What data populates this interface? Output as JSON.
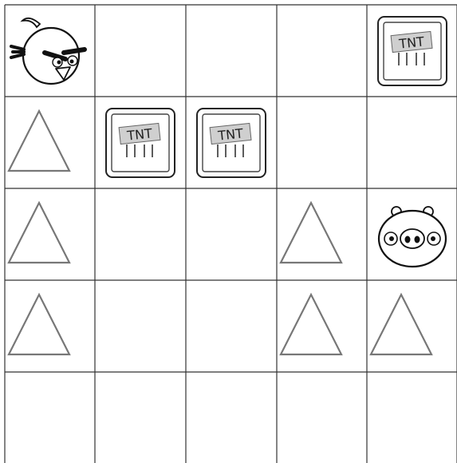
{
  "board": {
    "rows": 5,
    "cols": 5,
    "line_color": "#333333",
    "cells": [
      [
        "bird",
        "empty",
        "empty",
        "empty",
        "tnt"
      ],
      [
        "triangle",
        "tnt",
        "tnt",
        "empty",
        "empty"
      ],
      [
        "triangle",
        "empty",
        "empty",
        "triangle",
        "pig"
      ],
      [
        "triangle",
        "empty",
        "empty",
        "triangle",
        "triangle"
      ],
      [
        "empty",
        "empty",
        "empty",
        "empty",
        "empty"
      ]
    ]
  },
  "tnt_label": "TNT",
  "icons": {
    "bird": "angry-bird-icon",
    "pig": "pig-icon",
    "tnt": "tnt-crate-icon",
    "triangle": "triangle-icon"
  }
}
